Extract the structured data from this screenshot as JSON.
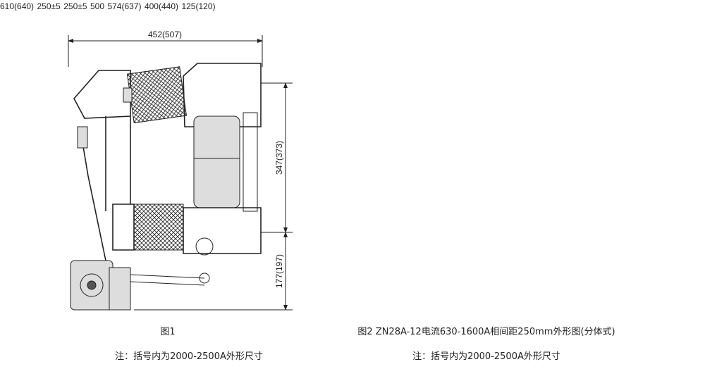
{
  "figure1": {
    "dims": {
      "width": "452(507)",
      "upper_height": "347(373)",
      "lower_height": "177(197)"
    },
    "caption": "图1",
    "note": "注：括号内为2000-2500A外形尺寸"
  },
  "figure2": {
    "dims": {
      "width": "610(640)",
      "pitch_left": "250±5",
      "pitch_right": "250±5",
      "inner": "500",
      "height": "574(637)",
      "mid_height": "400(440)",
      "shaft": "125(120)"
    },
    "caption": "图2 ZN28A-12电流630-1600A相间距250mm外形图(分体式)",
    "note": "注：括号内为2000-2500A外形尺寸"
  }
}
